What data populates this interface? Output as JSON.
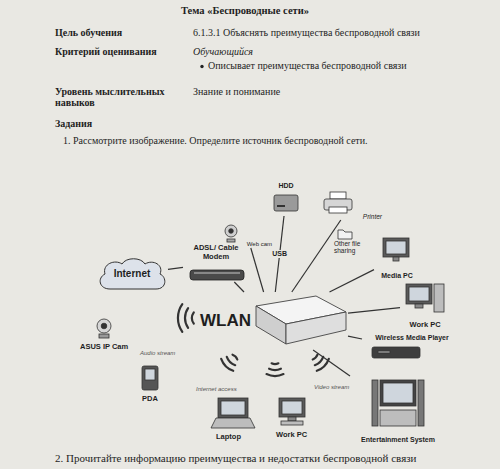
{
  "diagram": {
    "title": "Тема «Беспроводные сети»",
    "nodes": [
      {
        "text": [
          "Internet"
        ]
      },
      {
        "text": [
          "ADSL/ Cable Modem"
        ]
      },
      {
        "text": [
          "WLAN"
        ]
      },
      {
        "text": [
          "HDD"
        ]
      },
      {
        "text": [
          "Printer"
        ]
      },
      {
        "text": [
          "Web cam"
        ]
      },
      {
        "text": [
          "Media PC"
        ]
      },
      {
        "text": [
          "Work PC"
        ]
      },
      {
        "text": [
          "Wireless Media Player"
        ]
      },
      {
        "text": [
          "Entertainment System"
        ]
      }
    ],
    "edges": [
      {
        "from": 0,
        "to": 1,
        "arrow": "none"
      },
      {
        "from": 1,
        "to": 2,
        "arrow": "none"
      },
      {
        "from": 2,
        "to": 3,
        "label": "USB",
        "arrow": "none"
      },
      {
        "from": 2,
        "to": 4,
        "arrow": "none"
      },
      {
        "from": 2,
        "to": 5,
        "arrow": "none"
      },
      {
        "from": 2,
        "to": 6,
        "arrow": "none"
      },
      {
        "from": 2,
        "to": 7,
        "arrow": "none"
      },
      {
        "from": 2,
        "to": 8,
        "arrow": "none"
      },
      {
        "from": 2,
        "to": 9,
        "arrow": "none"
      }
    ],
    "labels": [
      "Цель обучения",
      "6.1.3.1 Объяснять преимущества беспроводной связи",
      "Критерий оценивания",
      "Обучающийся",
      "Описывает преимущества беспроводной связи",
      "Уровень мыслительных навыков",
      "Знание и понимание",
      "Задания",
      "1. Рассмотрите изображение. Определите источник беспроводной сети.",
      "Other file sharing",
      "ASUS IP Cam",
      "Audio stream",
      "Video stream",
      "Internet access",
      "PDA",
      "Laptop",
      "Work PC",
      "2. Прочитайте информацию преимущества и недостатки беспроводной связи"
    ]
  }
}
